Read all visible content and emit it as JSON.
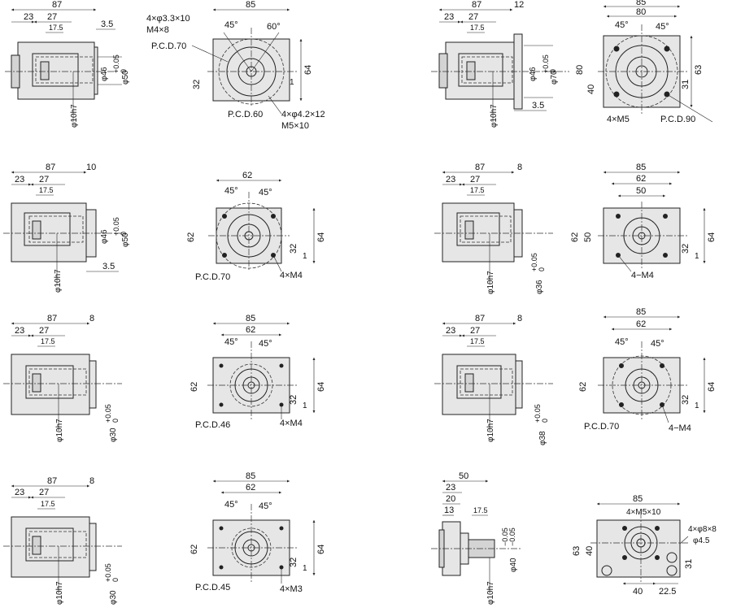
{
  "blocks": [
    {
      "side": {
        "d_total": "87",
        "d_a": "23",
        "d_b": "27",
        "d_c": "17.5",
        "d_flange": "3.5",
        "phi_shaft": "φ10h7",
        "phi_boss": "φ46",
        "phi_pilot": "φ50",
        "tol": "+0.05\n0"
      },
      "front": {
        "width": "85",
        "ang_a": "45°",
        "ang_b": "60°",
        "h": "64",
        "h_low": "32",
        "off": "1",
        "note_a": "4×φ3.3×10",
        "note_b": "M4×8",
        "pcd_a": "P.C.D.70",
        "pcd_b": "P.C.D.60",
        "note_c": "4×φ4.2×12",
        "note_d": "M5×10"
      }
    },
    {
      "side": {
        "d_total": "87",
        "d_flange": "12",
        "d_a": "23",
        "d_b": "27",
        "d_c": "17.5",
        "d_flange2": "3.5",
        "phi_shaft": "φ10h7",
        "phi_boss": "φ46",
        "phi_pilot": "φ70",
        "tol": "+0.05\n0"
      },
      "front": {
        "width": "85",
        "width_in": "80",
        "ang_a": "45°",
        "ang_b": "45°",
        "h": "80",
        "h_in": "40",
        "h2": "63",
        "h3": "31",
        "note_a": "4×M5",
        "pcd_a": "P.C.D.90"
      }
    },
    {
      "side": {
        "d_total": "87",
        "d_flange": "10",
        "d_a": "23",
        "d_b": "27",
        "d_c": "17.5",
        "d_flange2": "3.5",
        "phi_shaft": "φ10h7",
        "phi_boss": "φ46",
        "phi_pilot": "φ50",
        "tol": "+0.05\n0"
      },
      "front": {
        "width": "62",
        "ang_a": "45°",
        "ang_b": "45°",
        "h_left": "62",
        "h": "64",
        "h_low": "32",
        "off": "1",
        "pcd_a": "P.C.D.70",
        "note_a": "4×M4"
      }
    },
    {
      "side": {
        "d_total": "87",
        "d_flange": "8",
        "d_a": "23",
        "d_b": "27",
        "d_c": "17.5",
        "phi_shaft": "φ10h7",
        "phi_pilot": "φ36",
        "tol": "+0.05\n0"
      },
      "front": {
        "width": "85",
        "width_in": "62",
        "width_in2": "50",
        "h_left": "62",
        "h_in": "50",
        "h": "64",
        "h_low": "32",
        "off": "1",
        "note_a": "4−M4"
      }
    },
    {
      "side": {
        "d_total": "87",
        "d_flange": "8",
        "d_a": "23",
        "d_b": "27",
        "d_c": "17.5",
        "phi_shaft": "φ10h7",
        "phi_pilot": "φ30",
        "tol": "+0.05\n0"
      },
      "front": {
        "width": "85",
        "width_in": "62",
        "ang_a": "45°",
        "ang_b": "45°",
        "h_left": "62",
        "h": "64",
        "h_low": "32",
        "off": "1",
        "pcd_a": "P.C.D.46",
        "note_a": "4×M4"
      }
    },
    {
      "side": {
        "d_total": "87",
        "d_flange": "8",
        "d_a": "23",
        "d_b": "27",
        "d_c": "17.5",
        "phi_shaft": "φ10h7",
        "phi_pilot": "φ38",
        "tol": "+0.05\n0"
      },
      "front": {
        "width": "85",
        "width_in": "62",
        "ang_a": "45°",
        "ang_b": "45°",
        "h_left": "62",
        "h": "64",
        "h_low": "32",
        "off": "1",
        "pcd_a": "P.C.D.70",
        "note_a": "4−M4"
      }
    },
    {
      "side": {
        "d_total": "87",
        "d_flange": "8",
        "d_a": "23",
        "d_b": "27",
        "d_c": "17.5",
        "phi_shaft": "φ10h7",
        "phi_pilot": "φ30",
        "tol": "+0.05\n0"
      },
      "front": {
        "width": "85",
        "width_in": "62",
        "ang_a": "45°",
        "ang_b": "45°",
        "h_left": "62",
        "h": "64",
        "h_low": "32",
        "off": "1",
        "pcd_a": "P.C.D.45",
        "note_a": "4×M3"
      }
    },
    {
      "side": {
        "d_total": "50",
        "d_a": "23",
        "d_b": "20",
        "d_c": "13",
        "d_d": "17.5",
        "phi_shaft": "φ10h7",
        "phi_pilot": "φ40",
        "tol": "−0.05\n−0.05"
      },
      "front": {
        "width": "85",
        "note_a": "4×M5×10",
        "note_b": "4×φ8×8",
        "note_c": "φ4.5",
        "h_left": "63",
        "h_in": "40",
        "h_r": "31",
        "w_a": "40",
        "w_b": "22.5"
      }
    }
  ]
}
